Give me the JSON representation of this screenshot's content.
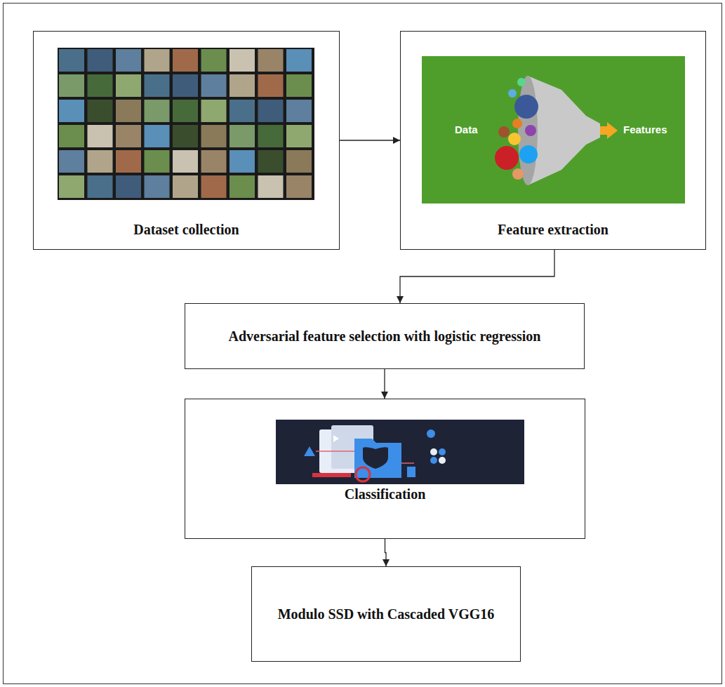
{
  "diagram": {
    "nodes": [
      {
        "text": [
          "Dataset collection"
        ]
      },
      {
        "text": [
          "Feature extraction"
        ]
      },
      {
        "text": [
          "Adversarial feature selection with logistic regression"
        ]
      },
      {
        "text": [
          "Classification"
        ]
      },
      {
        "text": [
          "Modulo SSD with Cascaded VGG16"
        ]
      }
    ],
    "edges": [
      {
        "from": 0,
        "to": 1,
        "arrow": "to"
      },
      {
        "from": 1,
        "to": 2,
        "arrow": "to"
      },
      {
        "from": 2,
        "to": 3,
        "arrow": "to"
      },
      {
        "from": 3,
        "to": 4,
        "arrow": "to"
      }
    ],
    "labels": [
      "Data",
      "Features"
    ]
  }
}
